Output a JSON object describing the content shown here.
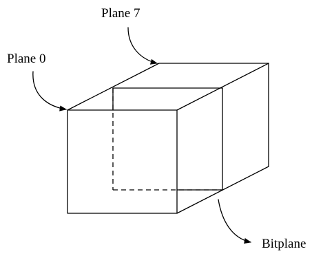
{
  "labels": {
    "plane_7": "Plane 7",
    "plane_0": "Plane 0",
    "bitplane": "Bitplane"
  }
}
